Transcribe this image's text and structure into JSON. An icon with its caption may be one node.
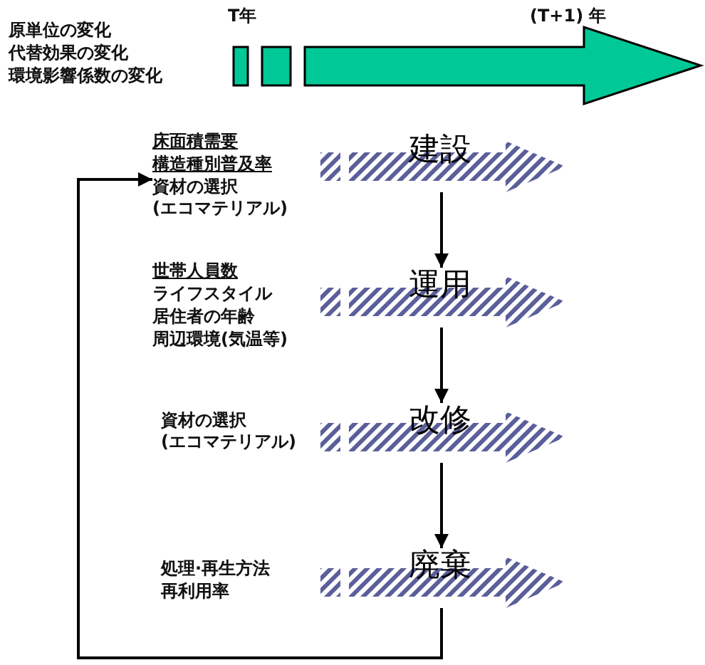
{
  "diagram": {
    "nodes": [
      {
        "text": [
          "床面積需要",
          "構造種別普及率",
          "資材の選択 (エコマテリアル)"
        ]
      },
      {
        "text": [
          "建設"
        ]
      },
      {
        "text": [
          "運用"
        ]
      },
      {
        "text": [
          "改修"
        ]
      },
      {
        "text": [
          "廃棄"
        ]
      }
    ],
    "edges": [
      {
        "from": 1,
        "to": 2,
        "arrow": "to"
      },
      {
        "from": 2,
        "to": 3,
        "arrow": "to"
      },
      {
        "from": 3,
        "to": 4,
        "arrow": "to"
      },
      {
        "from": 4,
        "to": 0,
        "arrow": "to"
      }
    ],
    "labels": [
      "原単位の変化",
      "代替効果の変化",
      "環境影響係数の変化",
      "T年",
      "(T+1) 年",
      "世帯人員数",
      "ライフスタイル",
      "居住者の年齢",
      "周辺環境(気温等)",
      "資材の選択 (エコマテリアル)",
      "処理·再生方法",
      "再利用率"
    ]
  }
}
